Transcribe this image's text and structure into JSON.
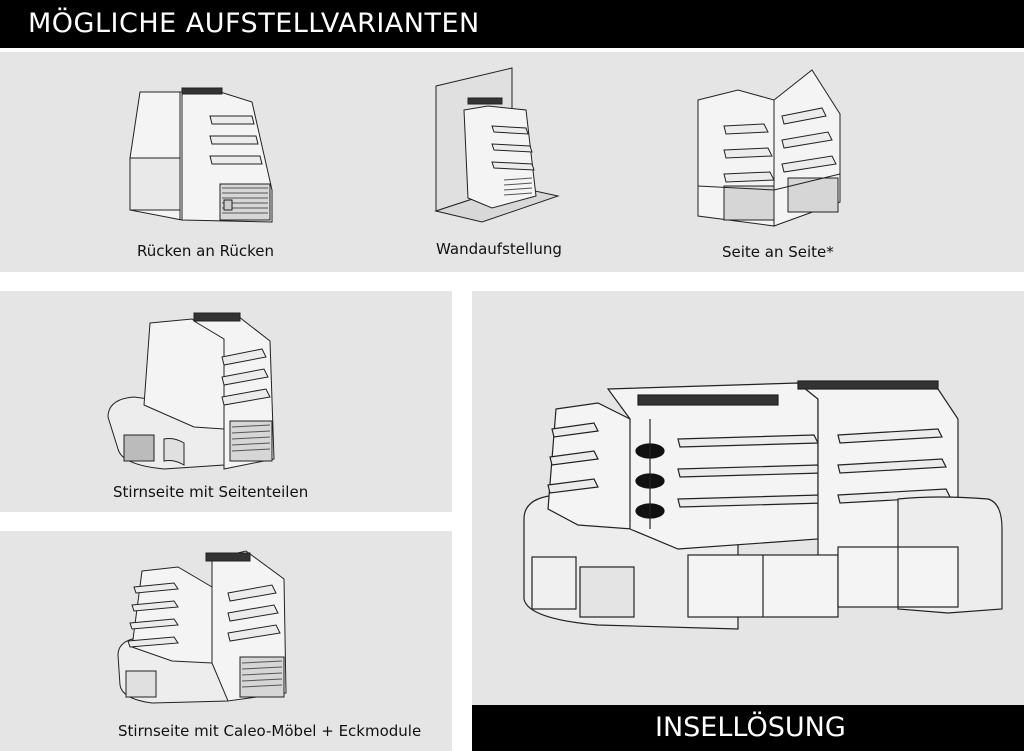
{
  "header": {
    "title": "MÖGLICHE AUFSTELLVARIANTEN"
  },
  "variants": [
    {
      "caption": "Rücken an Rücken",
      "icon": "back-to-back-counter-illustration"
    },
    {
      "caption": "Wandaufstellung",
      "icon": "wall-counter-illustration"
    },
    {
      "caption": "Seite an Seite*",
      "icon": "side-by-side-counter-illustration"
    },
    {
      "caption": "Stirnseite mit Seitenteilen",
      "icon": "end-side-panels-illustration"
    },
    {
      "caption": "Stirnseite mit Caleo-Möbel + Eckmodule",
      "icon": "caleo-corner-modules-illustration"
    }
  ],
  "island": {
    "title": "INSELLÖSUNG",
    "icon": "island-counter-illustration"
  },
  "colors": {
    "panel": "#e5e5e5",
    "bar": "#000000",
    "line": "#222222"
  }
}
